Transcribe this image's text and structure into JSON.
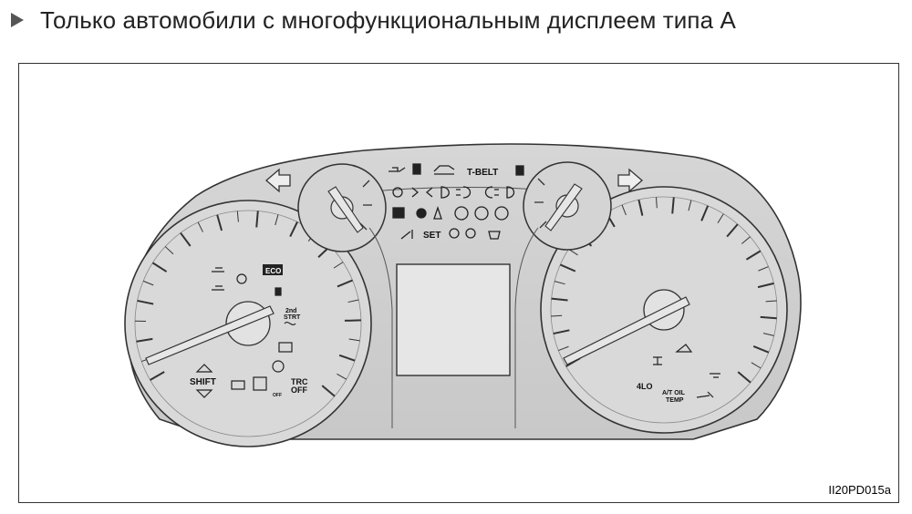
{
  "heading": {
    "text": "Только автомобили с многофункциональным дисплеем типа A"
  },
  "figure_code": "II20PD015a",
  "indicators": {
    "seatbelt": "T-BELT",
    "cruise_set": "SET",
    "shift": "SHIFT",
    "eco": "ECO",
    "second_start_line1": "2nd",
    "second_start_line2": "STRT",
    "trc_line1": "TRC",
    "trc_line2": "OFF",
    "vsc_off": "OFF",
    "four_lo": "4LO",
    "at_oil_line1": "A/T OIL",
    "at_oil_line2": "TEMP"
  },
  "icons": [
    "left-turn-arrow-icon",
    "right-turn-arrow-icon",
    "oil-can-icon",
    "fuel-icon",
    "coolant-temp-icon",
    "fuel-pump-icon",
    "light-icon",
    "parking-lights-icon",
    "headlight-icon",
    "front-fog-icon",
    "rear-fog-icon",
    "high-beam-icon",
    "door-icon",
    "airbag-icon",
    "seatbelt-icon",
    "parking-brake-icon",
    "brake-warning-icon",
    "abs-icon",
    "slip-icon",
    "cruise-icon",
    "wrench-icon",
    "tpms-icon",
    "engine-icon",
    "battery-icon",
    "vsc-icon"
  ]
}
